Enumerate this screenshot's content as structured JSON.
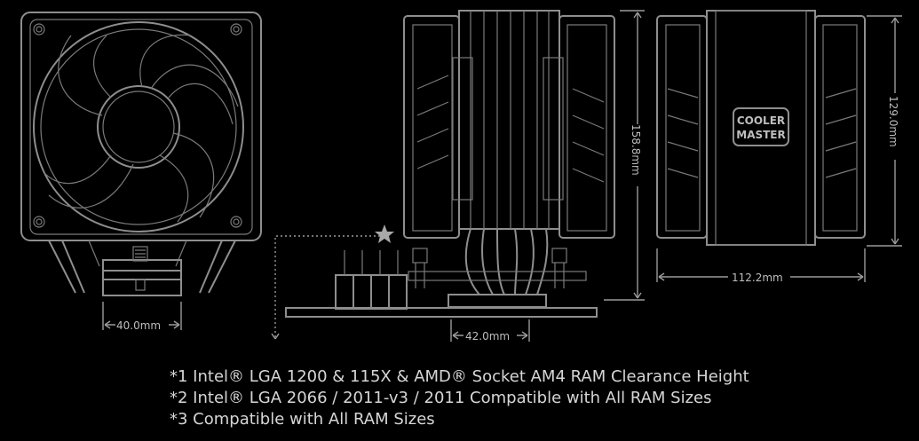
{
  "dimensions": {
    "bracket_width": "40.0mm",
    "mount_width": "42.0mm",
    "total_height": "158.8mm",
    "fan_height": "129.0mm",
    "depth": "112.2mm"
  },
  "brand_logo": {
    "line1": "COOLER",
    "line2": "MASTER"
  },
  "notes": [
    "*1 Intel® LGA 1200 & 115X & AMD® Socket AM4 RAM Clearance Height",
    "*2 Intel® LGA 2066 / 2011-v3 / 2011 Compatible with All RAM Sizes",
    "*3 Compatible with All RAM Sizes"
  ],
  "icons": {
    "clearance_marker": "star-icon"
  }
}
